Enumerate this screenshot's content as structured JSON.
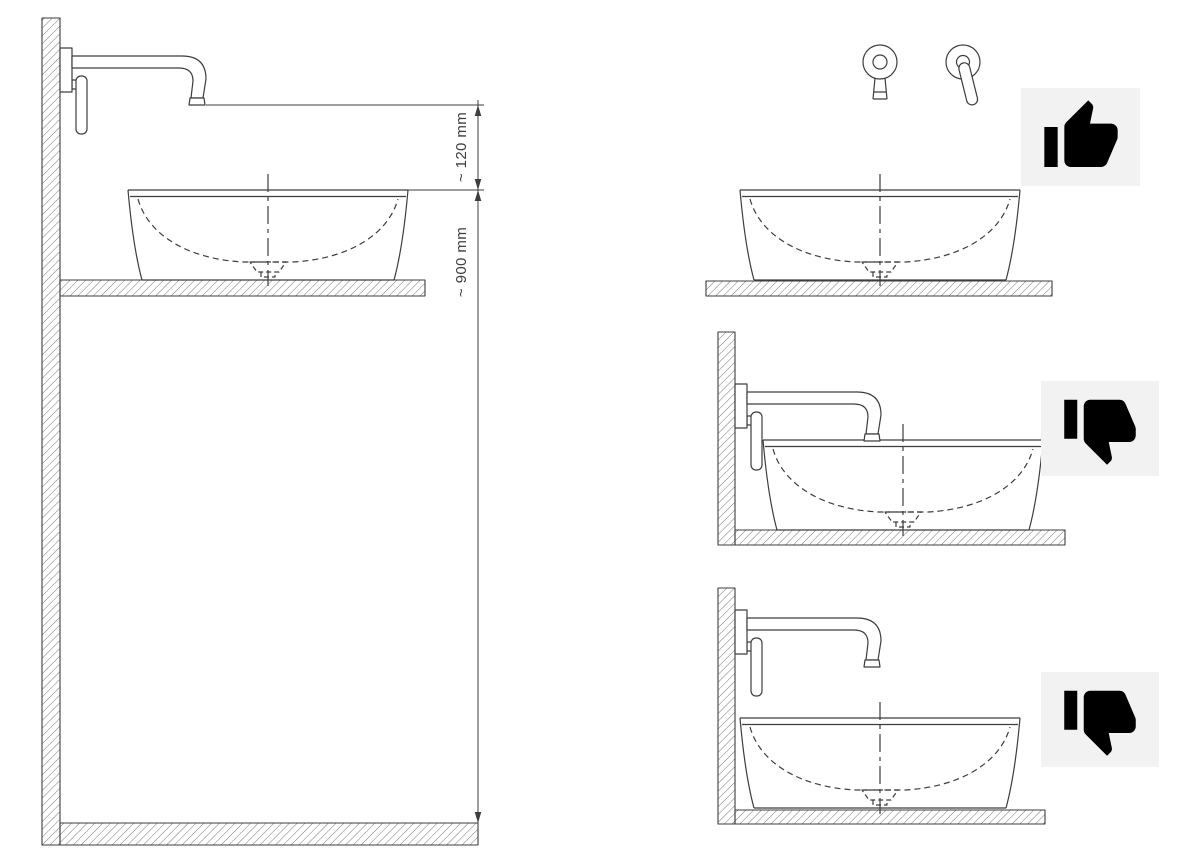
{
  "colors": {
    "background": "#ffffff",
    "line": "#3d3d3d",
    "icon": "#000000",
    "icon_box_bg": "#f2f2f2"
  },
  "left_diagram": {
    "dimension_labels": {
      "spout_to_rim": "~ 120 mm",
      "rim_to_floor": "~ 900 mm"
    }
  },
  "right_examples": [
    {
      "id": "top",
      "verdict": "correct",
      "icon": "thumbs-up-icon"
    },
    {
      "id": "middle",
      "verdict": "incorrect",
      "icon": "thumbs-down-icon"
    },
    {
      "id": "bottom",
      "verdict": "incorrect",
      "icon": "thumbs-down-icon"
    }
  ]
}
